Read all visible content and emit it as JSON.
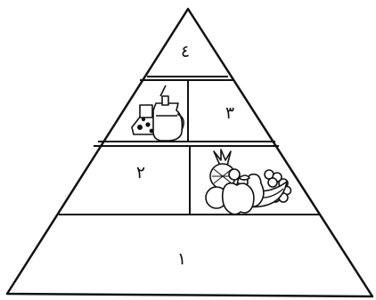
{
  "levels": [
    {
      "label": "١"
    },
    {
      "label": "٢"
    },
    {
      "label": "٣"
    },
    {
      "label": "٤"
    }
  ],
  "icons": {
    "level2": "fruit-basket-icon",
    "level3": "dairy-icon"
  }
}
